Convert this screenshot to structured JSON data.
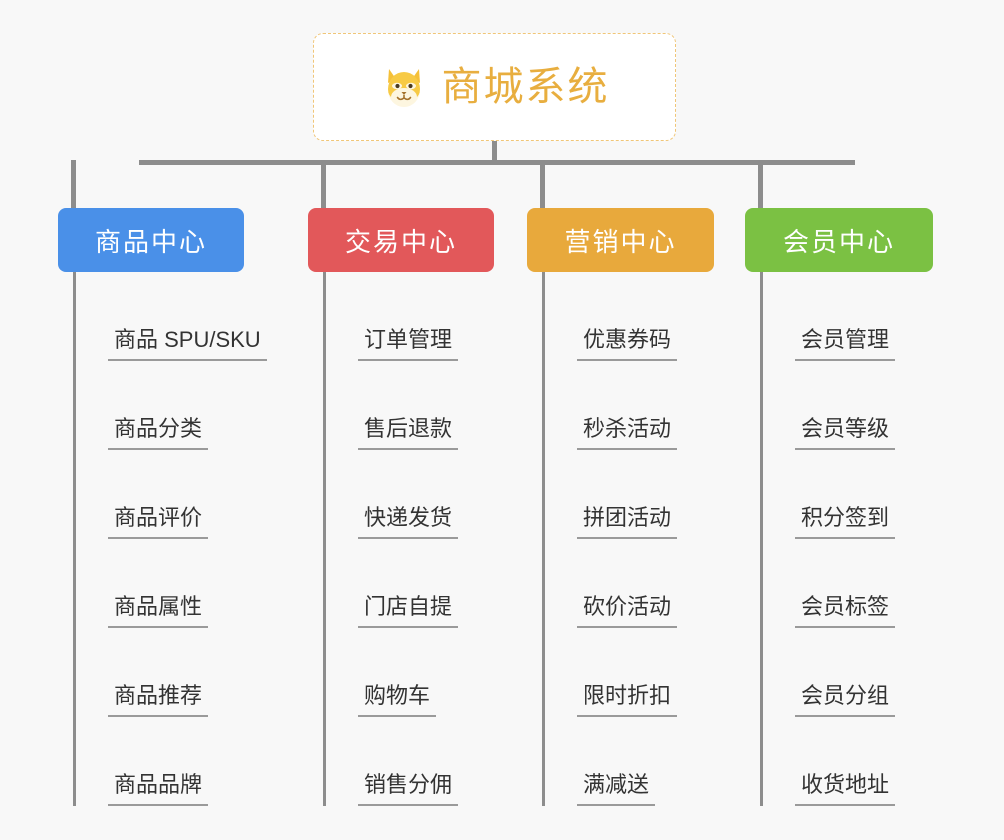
{
  "canvas": {
    "background": "#f8f8f8",
    "connector_color": "#8d8d8d"
  },
  "root": {
    "title": "商城系统",
    "icon": "shiba-dog-face-icon",
    "text_color": "#e8ae3f",
    "border_color": "#f0c678",
    "background": "#ffffff"
  },
  "columns": [
    {
      "label": "商品中心",
      "color": "#4a90e8",
      "items": [
        "商品 SPU/SKU",
        "商品分类",
        "商品评价",
        "商品属性",
        "商品推荐",
        "商品品牌"
      ]
    },
    {
      "label": "交易中心",
      "color": "#e2585a",
      "items": [
        "订单管理",
        "售后退款",
        "快递发货",
        "门店自提",
        "购物车",
        "销售分佣"
      ]
    },
    {
      "label": "营销中心",
      "color": "#e8a93c",
      "items": [
        "优惠券码",
        "秒杀活动",
        "拼团活动",
        "砍价活动",
        "限时折扣",
        "满减送"
      ]
    },
    {
      "label": "会员中心",
      "color": "#7bc143",
      "items": [
        "会员管理",
        "会员等级",
        "积分签到",
        "会员标签",
        "会员分组",
        "收货地址"
      ]
    }
  ]
}
